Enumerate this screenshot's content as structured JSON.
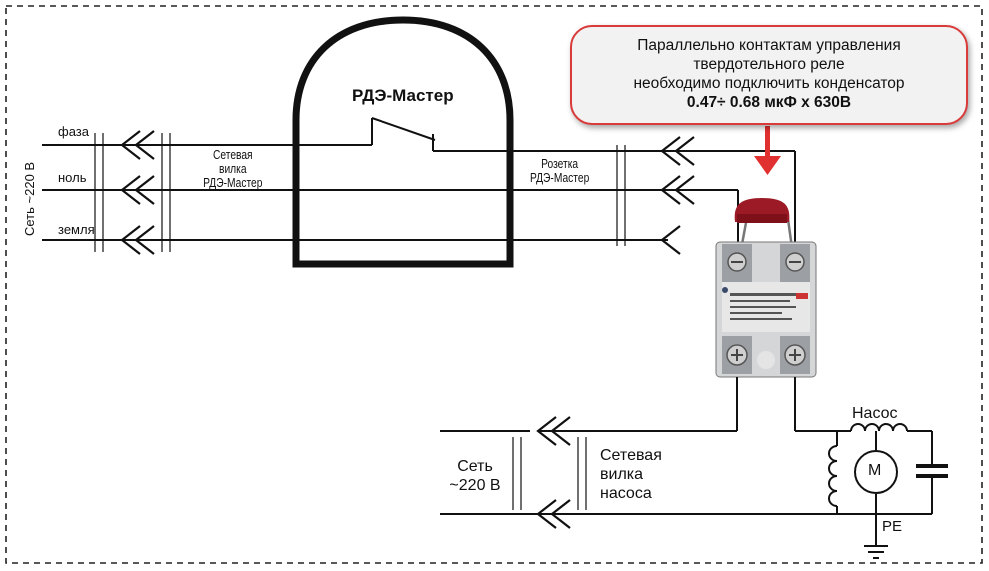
{
  "rde": {
    "title": "РДЭ-Мастер"
  },
  "mains_left": {
    "side_label": "Сеть ~220 В",
    "phase": "фаза",
    "neutral": "ноль",
    "ground": "земля"
  },
  "plug_rde": {
    "line1": "Сетевая",
    "line2": "вилка",
    "line3": "РДЭ-Мастер"
  },
  "socket_rde": {
    "line1": "Розетка",
    "line2": "РДЭ-Мастер"
  },
  "note": {
    "line1": "Параллельно контактам управления",
    "line2": "твердотельного реле",
    "line3": "необходимо подключить конденсатор",
    "line4": "0.47÷ 0.68 мкФ х 630В",
    "border_color": "#d93a3a",
    "arrow_color": "#e03030"
  },
  "mains_bottom": {
    "line1": "Сеть",
    "line2": "~220 В"
  },
  "plug_pump": {
    "line1": "Сетевая",
    "line2": "вилка",
    "line3": "насоса"
  },
  "pump": {
    "label": "Насос",
    "motor": "M",
    "pe": "PE"
  }
}
